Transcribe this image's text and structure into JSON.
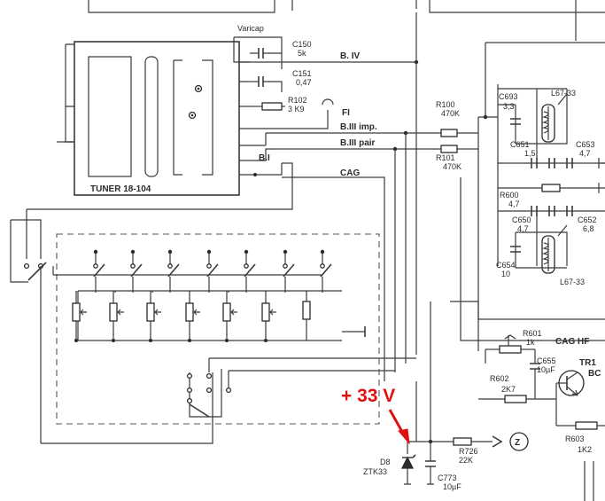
{
  "colors": {
    "annotation": "#e01010",
    "ink": "#2b2b2b",
    "paper": "#ffffff"
  },
  "tuner": {
    "label": "TUNER 18-104"
  },
  "labels": {
    "varicap": "Varicap",
    "b4": "B. IV",
    "fi": "FI",
    "b3imp": "B.III imp.",
    "b3pair": "B.III pair",
    "b1": "B.I",
    "cag": "CAG",
    "cag_hf": "CAG HF",
    "tr1": "TR1",
    "bc": "BC",
    "z_node": "Z"
  },
  "components": {
    "c150": {
      "name": "C150",
      "value": "5k"
    },
    "c151": {
      "name": "C151",
      "value": "0,47"
    },
    "r102": {
      "name": "R102",
      "value": "3 K9"
    },
    "r100": {
      "name": "R100",
      "value": "470K"
    },
    "r101": {
      "name": "R101",
      "value": "470K"
    },
    "c693": {
      "name": "C693",
      "value": "3,3"
    },
    "l67a": {
      "name": "L67-33"
    },
    "c651": {
      "name": "C651",
      "value": "1,5"
    },
    "c653": {
      "name": "C653",
      "value": "4,7"
    },
    "r600": {
      "name": "R600",
      "value": "4,7"
    },
    "c650": {
      "name": "C650",
      "value": "4,7"
    },
    "c652": {
      "name": "C652",
      "value": "6,8"
    },
    "c654": {
      "name": "C654",
      "value": "10"
    },
    "l67b": {
      "name": "L67-33"
    },
    "r601": {
      "name": "R601",
      "value": "1k"
    },
    "c655": {
      "name": "C655",
      "value": "10µF"
    },
    "r602": {
      "name": "R602",
      "value": "2K7"
    },
    "r603": {
      "name": "R603",
      "value": "1K2"
    },
    "d8": {
      "name": "D8",
      "value": "ZTK33"
    },
    "c773": {
      "name": "C773",
      "value": "10µF"
    },
    "r726": {
      "name": "R726",
      "value": "22K"
    }
  },
  "annotation": {
    "text": "+ 33 V"
  }
}
